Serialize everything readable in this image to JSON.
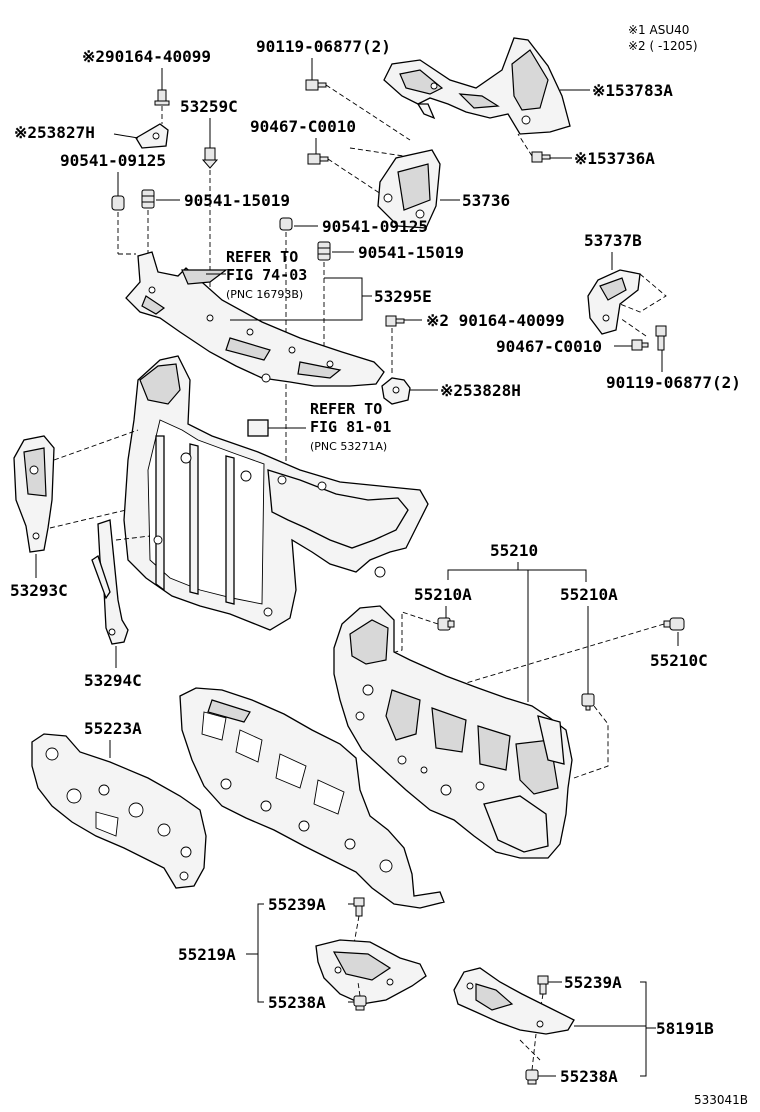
{
  "legend": {
    "note1": "※1 ASU40",
    "note2": "※2 (      -1205)"
  },
  "labels": {
    "p90164_top": "※290164-40099",
    "p53827h": "※253827H",
    "p53259c": "53259C",
    "p90541_09125_left": "90541-09125",
    "p90541_15019_left": "90541-15019",
    "p90119_top": "90119-06877(2)",
    "p90467_top": "90467-C0010",
    "p53783a": "※153783A",
    "p53736a": "※153736A",
    "p53736": "53736",
    "p90541_09125_mid": "90541-09125",
    "p90541_15019_mid": "90541-15019",
    "p53295e": "53295E",
    "p53737b": "53737B",
    "p90164_mid": "※2 90164-40099",
    "p90467_right": "90467-C0010",
    "p90119_right": "90119-06877(2)",
    "p53828h": "※253828H",
    "p53293c": "53293C",
    "p53294c": "53294C",
    "p55210": "55210",
    "p55210a_left": "55210A",
    "p55210a_right": "55210A",
    "p55210c": "55210C",
    "p55223a": "55223A",
    "p55239a_left": "55239A",
    "p55219a": "55219A",
    "p55238a_left": "55238A",
    "p55239a_right": "55239A",
    "p58191b": "58191B",
    "p55238a_right": "55238A",
    "figure_id": "533041B"
  },
  "refs": {
    "ref1_line1": "REFER TO",
    "ref1_line2": "FIG 74-03",
    "ref1_pnc": "(PNC 16793B)",
    "ref2_line1": "REFER TO",
    "ref2_line2": "FIG 81-01",
    "ref2_pnc": "(PNC 53271A)"
  }
}
